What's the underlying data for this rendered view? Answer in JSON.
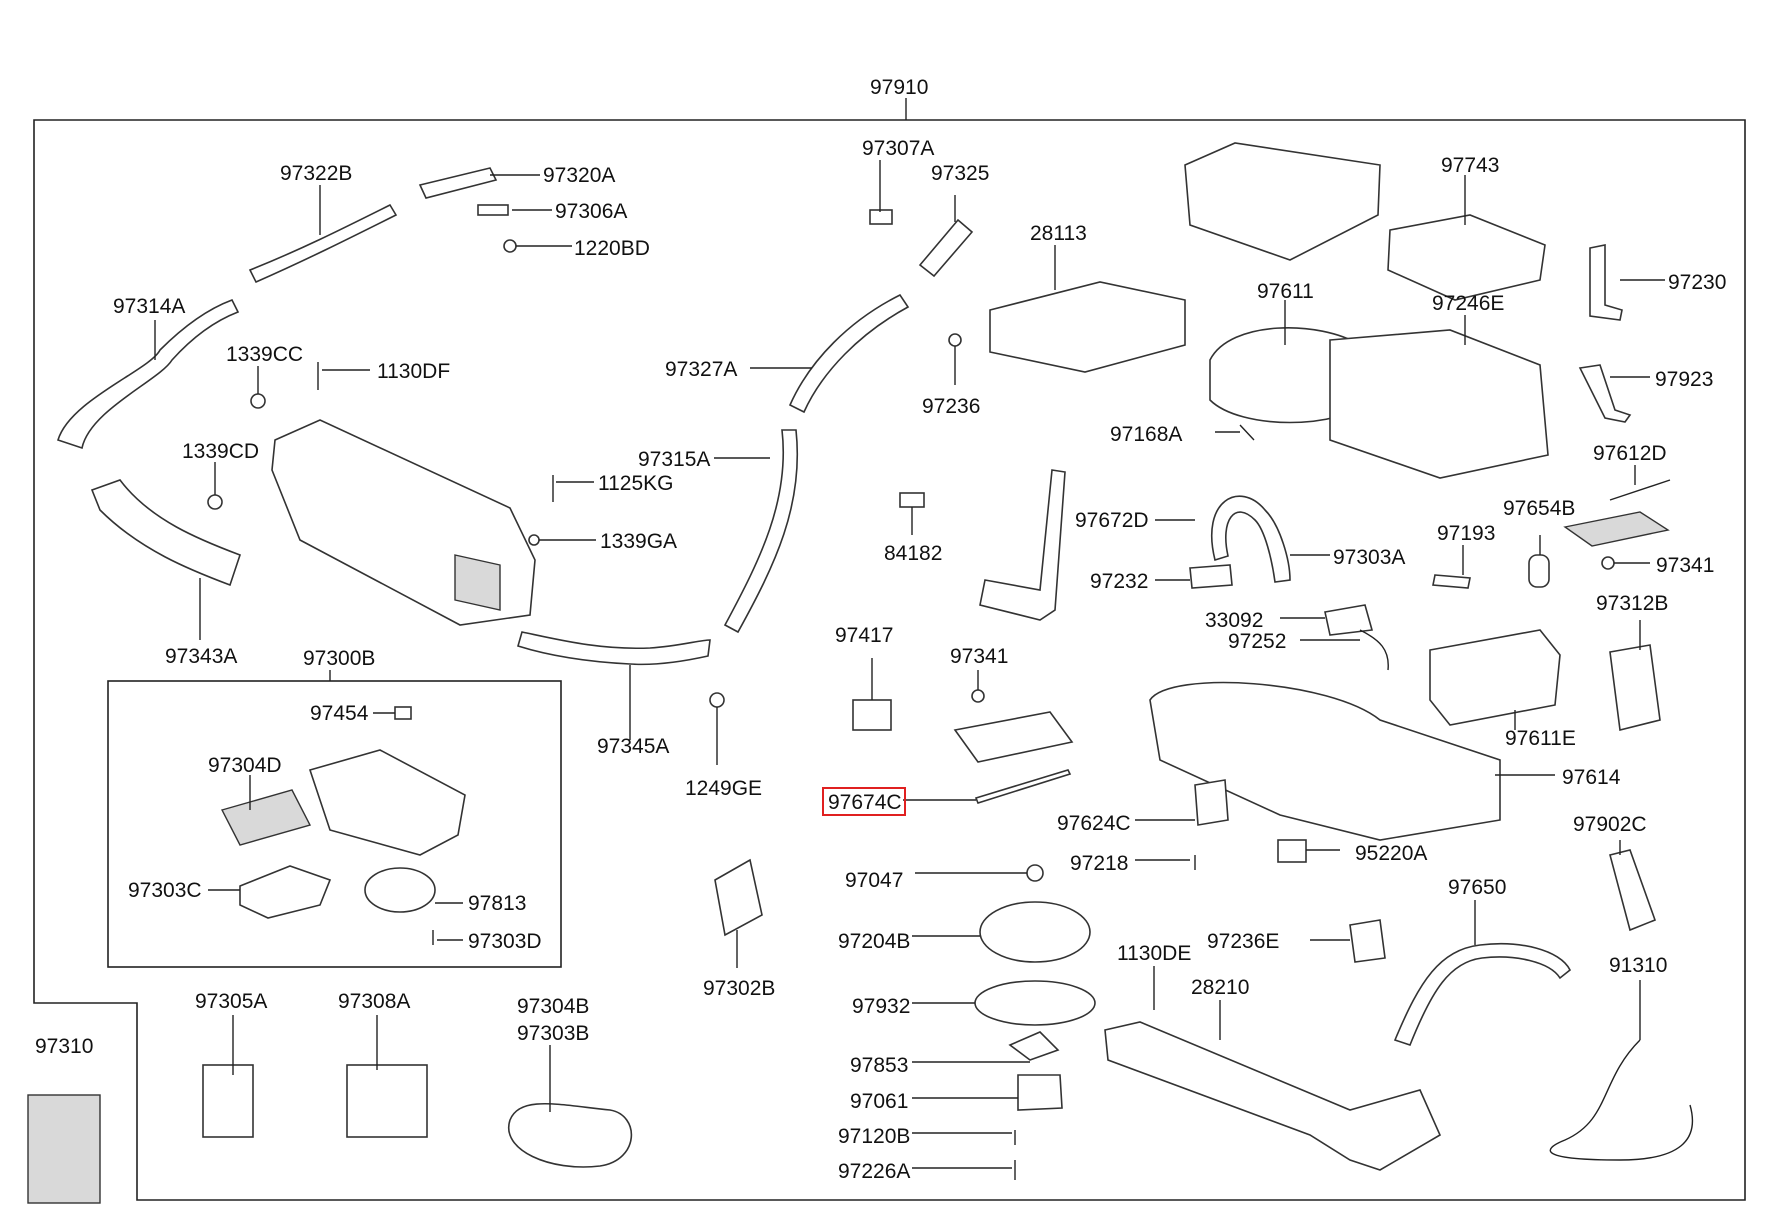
{
  "diagram": {
    "top_label": "97910",
    "highlighted_part": "97674C",
    "highlight_color": "#e02020",
    "labels": {
      "p97322B": "97322B",
      "p97320A": "97320A",
      "p97306A": "97306A",
      "p1220BD": "1220BD",
      "p97314A": "97314A",
      "p1339CC": "1339CC",
      "p1130DF": "1130DF",
      "p1339CD": "1339CD",
      "p1125KG": "1125KG",
      "p1339GA": "1339GA",
      "p97343A": "97343A",
      "p97300B": "97300B",
      "p97454": "97454",
      "p97304D": "97304D",
      "p97303C": "97303C",
      "p97813": "97813",
      "p97303D": "97303D",
      "p97305A": "97305A",
      "p97308A": "97308A",
      "p97304B": "97304B",
      "p97303B": "97303B",
      "p97310": "97310",
      "p97307A": "97307A",
      "p97325": "97325",
      "p97327A": "97327A",
      "p97315A": "97315A",
      "p97345A": "97345A",
      "p1249GE": "1249GE",
      "p97302B": "97302B",
      "p28113": "28113",
      "p97236": "97236",
      "p84182": "84182",
      "p97417": "97417",
      "p97341a": "97341",
      "p97674C": "97674C",
      "p97047": "97047",
      "p97204B": "97204B",
      "p97932": "97932",
      "p97853": "97853",
      "p97061": "97061",
      "p97120B": "97120B",
      "p97226A": "97226A",
      "p97743": "97743",
      "p97611": "97611",
      "p97246E": "97246E",
      "p97230": "97230",
      "p97923": "97923",
      "p97168A": "97168A",
      "p97612D": "97612D",
      "p97672D": "97672D",
      "p97232": "97232",
      "p97303A": "97303A",
      "p97654B": "97654B",
      "p97193": "97193",
      "p97341b": "97341",
      "p33092": "33092",
      "p97252": "97252",
      "p97312B": "97312B",
      "p97611E": "97611E",
      "p97614": "97614",
      "p97624C": "97624C",
      "p97218": "97218",
      "p95220A": "95220A",
      "p97902C": "97902C",
      "p97650": "97650",
      "p97236E": "97236E",
      "p1130DE": "1130DE",
      "p28210": "28210",
      "p91310": "91310"
    }
  }
}
